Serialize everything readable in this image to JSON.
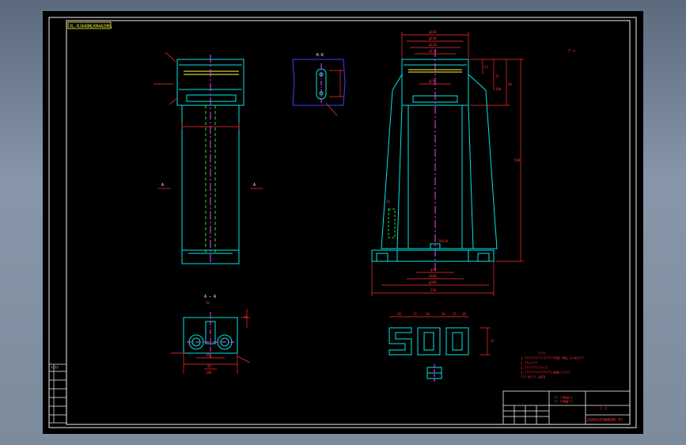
{
  "colors": {
    "outline": "#00e6e6",
    "dimension": "#ff3030",
    "center": "#ff40ff",
    "frame": "#f0f0f0",
    "hidden": "#ffff40",
    "green": "#20e020",
    "background": "#000000"
  },
  "header_note": "XL-RJA48NLKN4A20KL",
  "labels": {
    "section_a_left": "A",
    "section_a_right": "A",
    "view_kk": "K-K",
    "view_aa": "A — A",
    "roughness_top": "7  ▽"
  },
  "top_dims": [
    "φ160",
    "φ140",
    "φ130",
    "φ110",
    "φ70"
  ],
  "right_dims": [
    "22",
    "35",
    "60",
    "100",
    "500"
  ],
  "base_dims": [
    "φ50",
    "φ100",
    "φ200",
    "250"
  ],
  "mid_dims": [
    "20",
    "20x30"
  ],
  "bottom_view_dims": [
    "20",
    "40",
    "50",
    "100",
    "180"
  ],
  "model_number": {
    "digits": [
      "5",
      "0",
      "0"
    ],
    "dims": [
      "30",
      "15",
      "30",
      "10",
      "15",
      "30"
    ],
    "height_dim": "45"
  },
  "tech_notes": [
    "????",
    "1.????????????????PHC-MRL-S-M1???",
    "2.??>>???",
    "3.?????????>-5",
    "4.??????????????(SNM=?)???",
    "   ???-M???-JMTO"
  ],
  "title_block": {
    "company_line1": "?? ??MSH??",
    "company_line2": "?? ??MNF??",
    "drawing_no": "ZS0024TWH6PR-TY",
    "mark": "? ?"
  },
  "side_table_title": "????"
}
